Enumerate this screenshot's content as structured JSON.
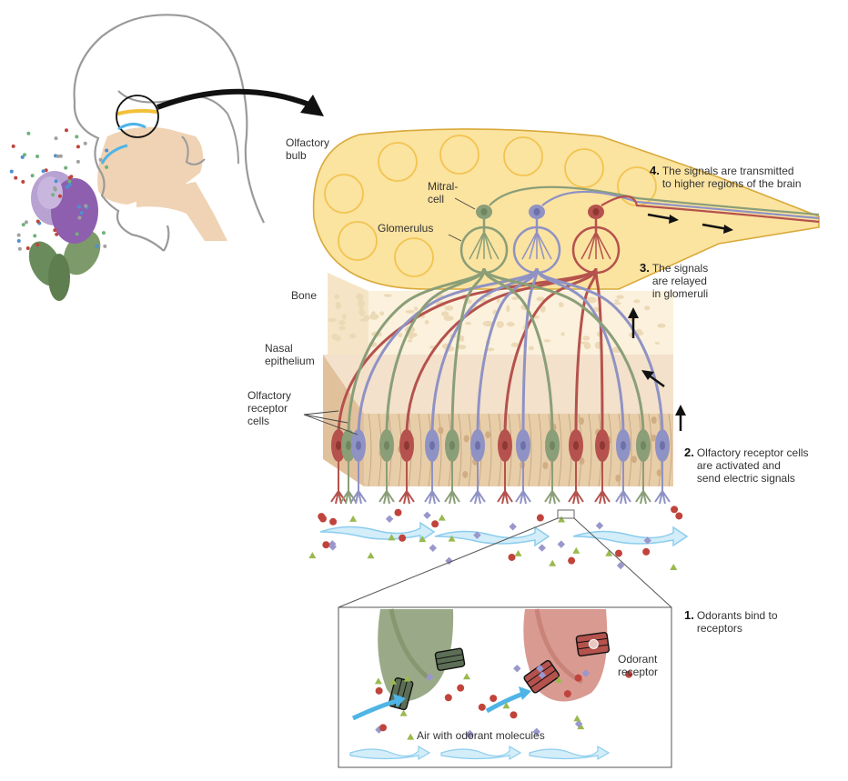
{
  "figure": {
    "title": "Olfactory pathway: from odorant molecules to the brain",
    "colors": {
      "bulb_fill": "#fbe3a0",
      "bulb_outline": "#d9a93a",
      "glomerulus_circle": "#f2c450",
      "bone": "#fbf1dc",
      "bone_spots": "#ecd9b6",
      "epithelium": "#e8cda9",
      "epithelium_top": "#f3e1cc",
      "neuron_green": "#8a9e78",
      "neuron_blue": "#8f92c4",
      "neuron_red": "#b5524d",
      "air_flow": "#8ccdee",
      "odorant_red": "#c0443c",
      "odorant_purple": "#9a97cc",
      "odorant_green": "#9ab94e",
      "head_outline": "#9a9a9a",
      "nasal_cavity": "#efd3b4",
      "arrow": "#111111"
    }
  },
  "labels": {
    "olfactory_bulb": "Olfactory\nbulb",
    "mitral_cell": "Mitral-\ncell",
    "glomerulus": "Glomerulus",
    "bone": "Bone",
    "nasal_epithelium": "Nasal\nepithelium",
    "olfactory_receptor_cells": "Olfactory\nreceptor\ncells",
    "odorant_receptor": "Odorant\nreceptor",
    "air_with_odorant": "Air with odorant molecules"
  },
  "steps": [
    {
      "number": "1.",
      "text": "Odorants bind to\nreceptors"
    },
    {
      "number": "2.",
      "text": "Olfactory receptor cells\nare activated and\nsend electric signals"
    },
    {
      "number": "3.",
      "text": "The signals\nare relayed\nin glomeruli"
    },
    {
      "number": "4.",
      "text": "The signals are transmitted\nto higher regions of the brain"
    }
  ]
}
